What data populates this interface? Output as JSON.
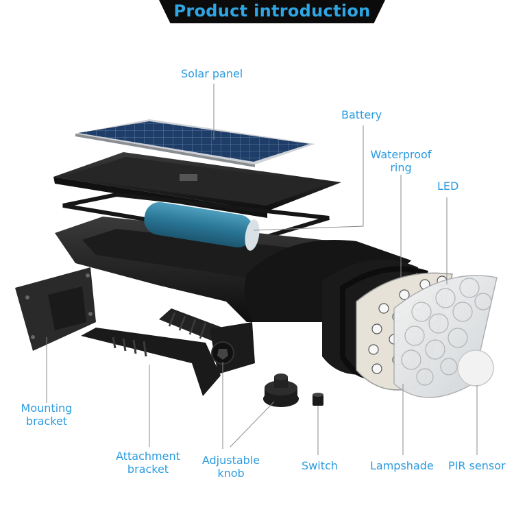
{
  "header": {
    "title": "Product introduction"
  },
  "labels": {
    "solar_panel": "Solar panel",
    "battery": "Battery",
    "waterproof_ring_1": "Waterproof",
    "waterproof_ring_2": "ring",
    "led": "LED",
    "mounting_bracket_1": "Mounting",
    "mounting_bracket_2": "bracket",
    "attachment_bracket_1": "Attachment",
    "attachment_bracket_2": "bracket",
    "adjustable_knob_1": "Adjustable",
    "adjustable_knob_2": "knob",
    "switch": "Switch",
    "lampshade": "Lampshade",
    "pir_sensor": "PIR sensor"
  },
  "colors": {
    "accent": "#2b9be0",
    "banner_bg": "#0b0b0b",
    "battery": "#2e7fa0",
    "solar_cell": "#1d3c66"
  }
}
